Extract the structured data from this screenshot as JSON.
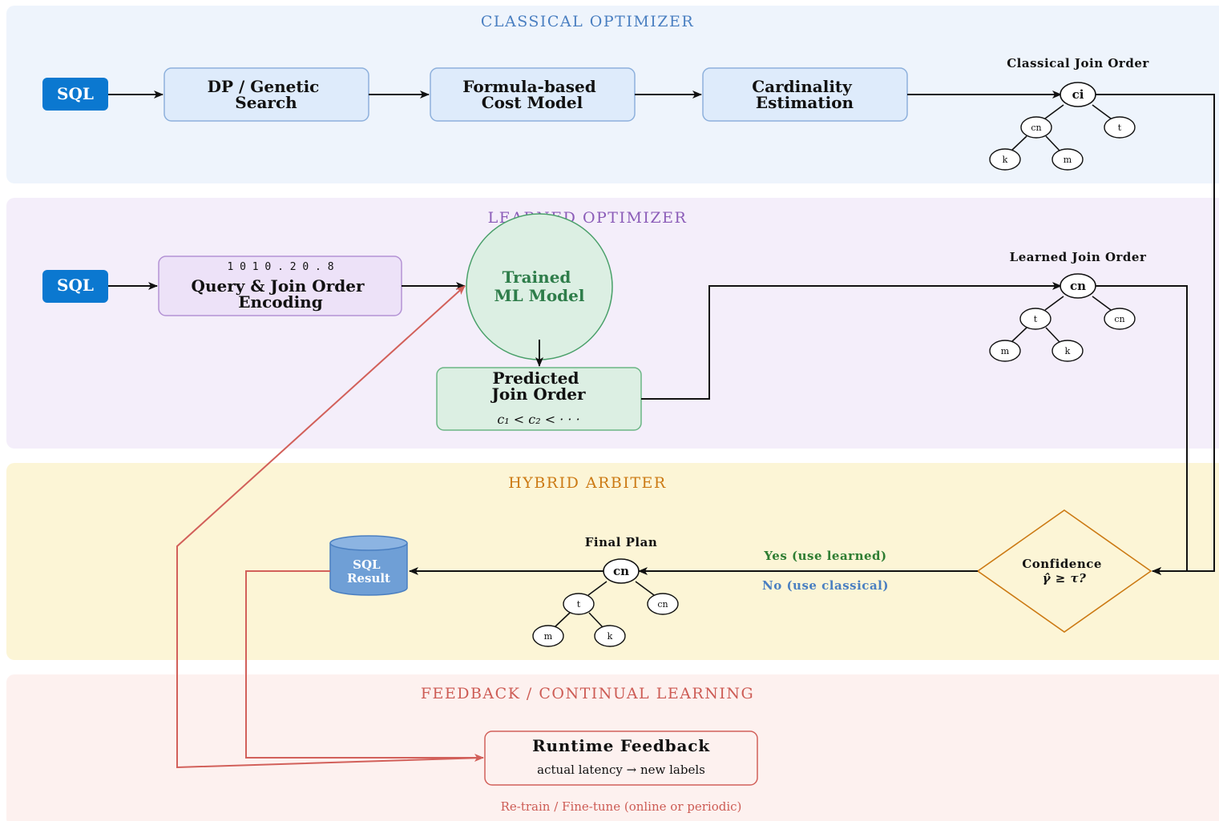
{
  "panels": {
    "classical": {
      "title": "CLASSICAL OPTIMIZER",
      "color": "#4a7fc1"
    },
    "learned": {
      "title": "LEARNED OPTIMIZER",
      "color": "#8b5cb8"
    },
    "hybrid": {
      "title": "HYBRID ARBITER",
      "color": "#cc7a14"
    },
    "feedback": {
      "title": "FEEDBACK / CONTINUAL LEARNING",
      "color": "#cd5c55"
    }
  },
  "classical": {
    "sql": "SQL",
    "search": [
      "DP / Genetic",
      "Search"
    ],
    "cost": [
      "Formula-based",
      "Cost Model"
    ],
    "cardinality": [
      "Cardinality",
      "Estimation"
    ],
    "tree_title": "Classical Join Order",
    "tree": {
      "root": "ci",
      "left": "cn",
      "right": "t",
      "left_left": "k",
      "left_right": "m"
    }
  },
  "learned": {
    "sql": "SQL",
    "encoding_bits": "1 0 1 0 . 2 0 . 8",
    "encoding": [
      "Query & Join Order",
      "Encoding"
    ],
    "model": [
      "Trained",
      "ML Model"
    ],
    "predicted": [
      "Predicted",
      "Join Order"
    ],
    "predicted_formula": "c₁ < c₂ < · · ·",
    "tree_title": "Learned Join Order",
    "tree": {
      "root": "cn",
      "left": "t",
      "right": "cn",
      "left_left": "m",
      "left_right": "k"
    }
  },
  "hybrid": {
    "result": [
      "SQL",
      "Result"
    ],
    "tree_title": "Final Plan",
    "tree": {
      "root": "cn",
      "left": "t",
      "right": "cn",
      "left_left": "m",
      "left_right": "k"
    },
    "yes_label": "Yes (use learned)",
    "no_label": "No (use classical)",
    "confidence": [
      "Confidence",
      "γ̂ ≥ τ?"
    ],
    "yes_color": "#2e7d32",
    "no_color": "#4a7fc1"
  },
  "feedback": {
    "box_title": "Runtime Feedback",
    "box_sub": "actual latency → new labels",
    "retrain": "Re-train / Fine-tune (online or periodic)"
  },
  "colors": {
    "sql_fill": "#0b78d0",
    "feedback_arrow": "#d2605a"
  }
}
